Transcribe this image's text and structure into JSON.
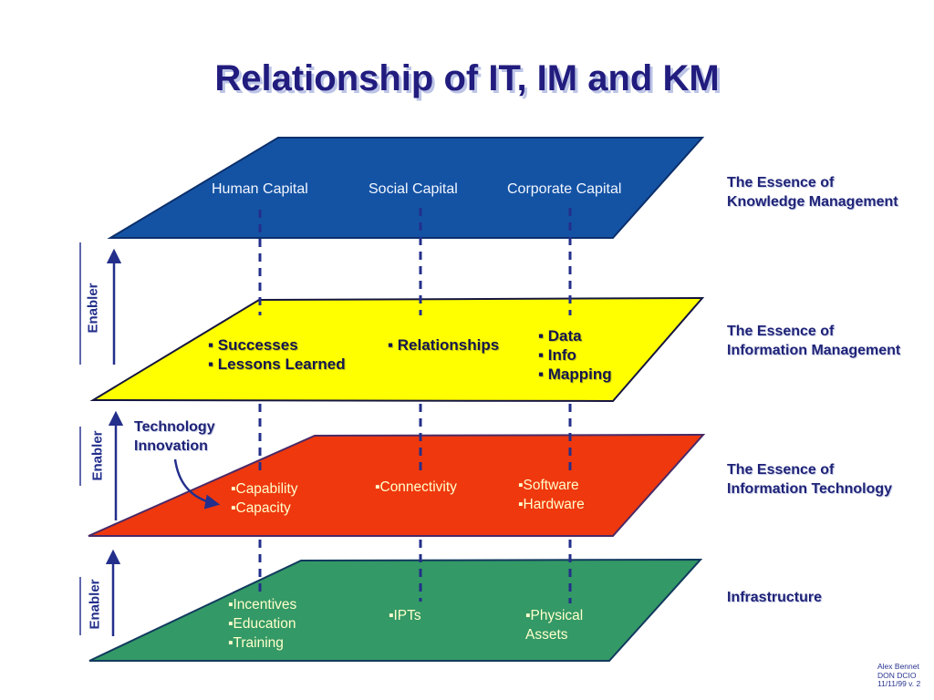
{
  "slide": {
    "title": "Relationship of IT, IM and KM",
    "credits": {
      "line1": "Alex Bennet",
      "line2": "DON DCIO",
      "line3": "11/11/99 v. 2"
    }
  },
  "enabler_label": "Enabler",
  "technology_annotation": {
    "line1": "Technology",
    "line2": "Innovation"
  },
  "layers": {
    "km": {
      "essence_line1": "The Essence of",
      "essence_line2": "Knowledge Management",
      "col1": "Human Capital",
      "col2": "Social Capital",
      "col3": "Corporate Capital"
    },
    "im": {
      "essence_line1": "The Essence of",
      "essence_line2": "Information Management",
      "col1_item1": "▪ Successes",
      "col1_item2": "▪ Lessons Learned",
      "col2_item1": "▪ Relationships",
      "col3_item1": "▪ Data",
      "col3_item2": "▪ Info",
      "col3_item3": "▪ Mapping"
    },
    "it": {
      "essence_line1": "The Essence of",
      "essence_line2": "Information Technology",
      "col1_item1": "▪Capability",
      "col1_item2": "▪Capacity",
      "col2_item1": "▪Connectivity",
      "col3_item1": "▪Software",
      "col3_item2": "▪Hardware"
    },
    "infra": {
      "essence": "Infrastructure",
      "col1_item1": "▪Incentives",
      "col1_item2": "▪Education",
      "col1_item3": "▪Training",
      "col2_item1": "▪IPTs",
      "col3_item1": "▪Physical",
      "col3_item2": "Assets"
    }
  },
  "colors": {
    "title_navy": "#211C7E",
    "km_blue": "#1453A4",
    "im_yellow": "#FFFF00",
    "it_red": "#EF380E",
    "infra_green": "#339966",
    "dash_navy": "#232F8B",
    "cream_text": "#FFFFCC",
    "white_text": "#F2F6FF",
    "dark_item_text": "#16164E"
  }
}
